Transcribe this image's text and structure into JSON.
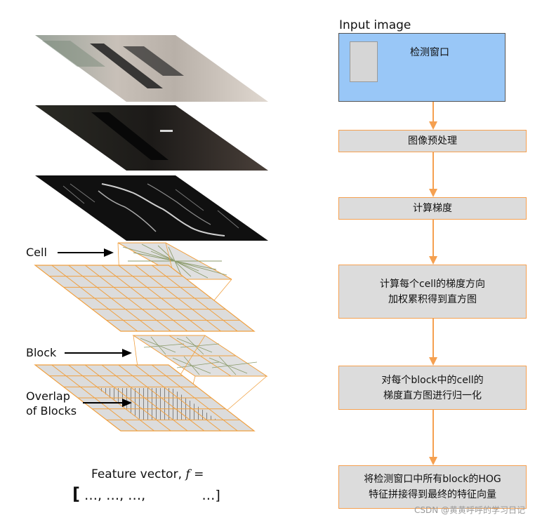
{
  "left_panel": {
    "cell_label": "Cell",
    "block_label": "Block",
    "overlap_label_line1": "Overlap",
    "overlap_label_line2": "of Blocks",
    "feature_vector_label": "Feature vector,",
    "feature_symbol": "f",
    "feature_equals": "=",
    "bracket_open": "[",
    "vector_items": "…, …, …,",
    "vector_tail": "…]",
    "layers": [
      "photo-layer",
      "dark-photo-layer",
      "gradient-layer"
    ]
  },
  "flowchart": {
    "input_title": "Input image",
    "detection_window_label": "检测窗口",
    "steps": [
      {
        "lines": [
          "图像预处理"
        ]
      },
      {
        "lines": [
          "计算梯度"
        ]
      },
      {
        "lines": [
          "计算每个cell的梯度方向",
          "加权累积得到直方图"
        ]
      },
      {
        "lines": [
          "对每个block中的cell的",
          "梯度直方图进行归一化"
        ]
      },
      {
        "lines": [
          "将检测窗口中所有block的HOG",
          "特征拼接得到最终的特征向量"
        ]
      }
    ],
    "colors": {
      "arrow": "#f5a050",
      "box_fill": "#dcdcdc",
      "input_fill": "#99c7f7",
      "grid_line": "#f0a040"
    }
  },
  "watermark": "CSDN @黄黄呼呼的学习日记"
}
